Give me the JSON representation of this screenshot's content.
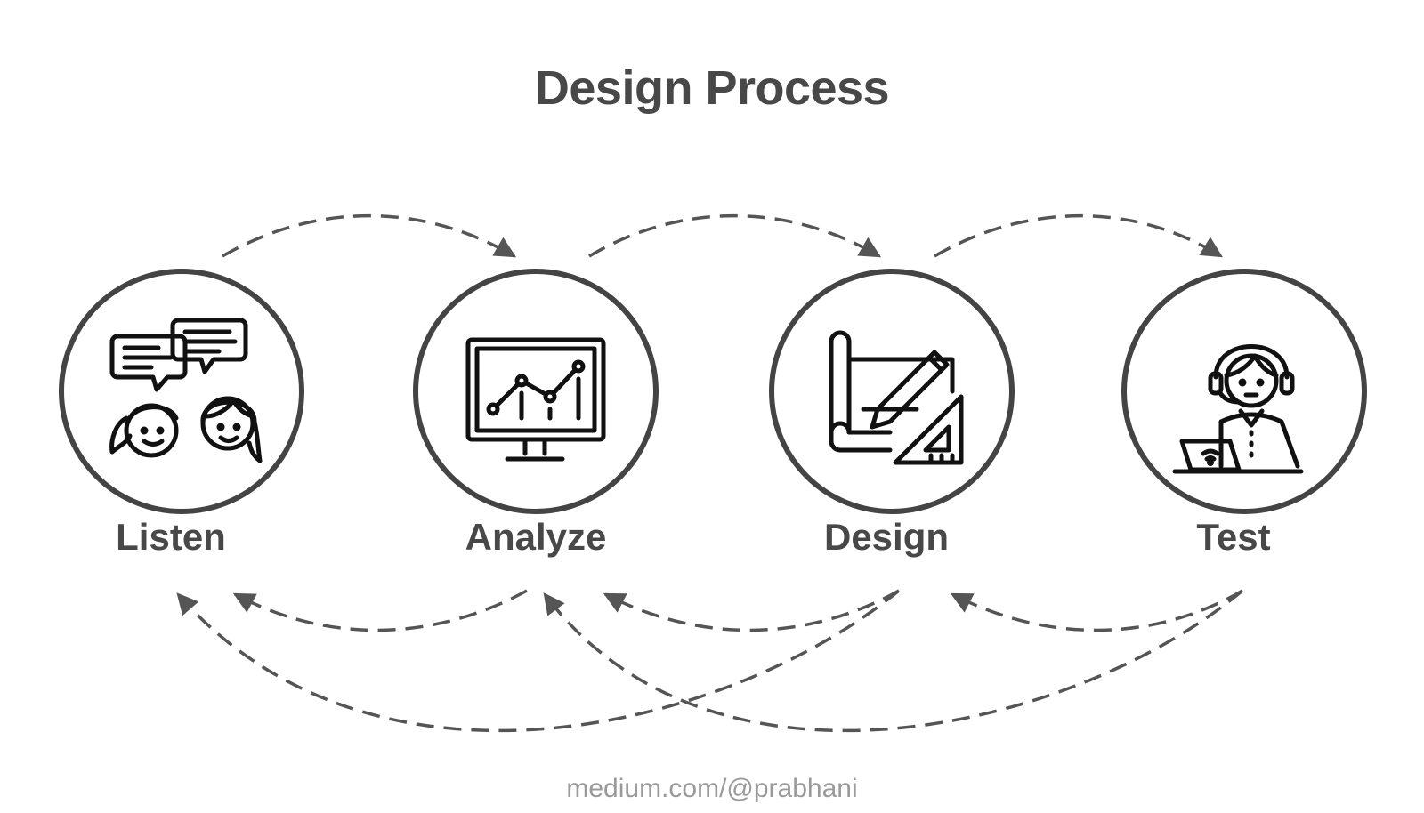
{
  "title": "Design Process",
  "stages": [
    {
      "label": "Listen",
      "icon": "conversation-icon"
    },
    {
      "label": "Analyze",
      "icon": "monitor-chart-icon"
    },
    {
      "label": "Design",
      "icon": "blueprint-pencil-icon"
    },
    {
      "label": "Test",
      "icon": "support-agent-laptop-icon"
    }
  ],
  "footer": "medium.com/@prabhani",
  "colors": {
    "circle": "#444444",
    "arrow": "#555555",
    "icon": "#111111",
    "text": "#484848",
    "footer": "#9a9a9a"
  }
}
